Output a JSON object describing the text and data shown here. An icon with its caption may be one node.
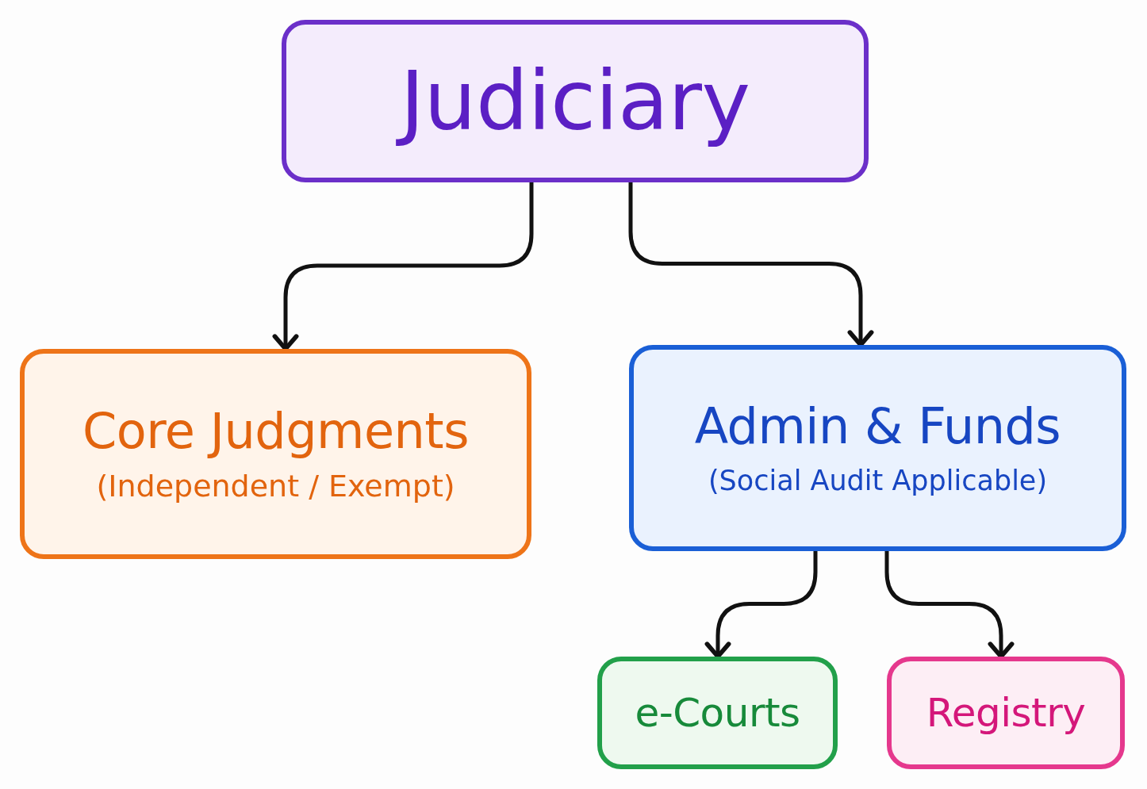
{
  "diagram": {
    "nodes": [
      {
        "text": [
          "Judiciary"
        ]
      },
      {
        "text": [
          "Core Judgments",
          "(Independent / Exempt)"
        ]
      },
      {
        "text": [
          "Admin & Funds",
          "(Social Audit Applicable)"
        ]
      },
      {
        "text": [
          "e-Courts"
        ]
      },
      {
        "text": [
          "Registry"
        ]
      }
    ],
    "edges": [
      {
        "from": 0,
        "to": 1,
        "arrow": "to"
      },
      {
        "from": 0,
        "to": 2,
        "arrow": "to"
      },
      {
        "from": 2,
        "to": 3,
        "arrow": "to"
      },
      {
        "from": 2,
        "to": 4,
        "arrow": "to"
      }
    ]
  }
}
